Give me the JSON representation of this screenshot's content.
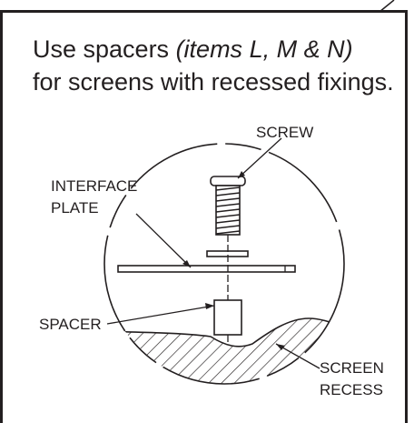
{
  "instruction": {
    "line1_prefix": "Use spacers ",
    "line1_items": "(items L, M & N)",
    "line2": "for screens with recessed fixings."
  },
  "labels": {
    "screw": "SCREW",
    "interface_plate_line1": "INTERFACE",
    "interface_plate_line2": "PLATE",
    "spacer": "SPACER",
    "screen_recess_line1": "SCREEN",
    "screen_recess_line2": "RECESS"
  },
  "colors": {
    "ink": "#231f20",
    "background": "#ffffff"
  }
}
